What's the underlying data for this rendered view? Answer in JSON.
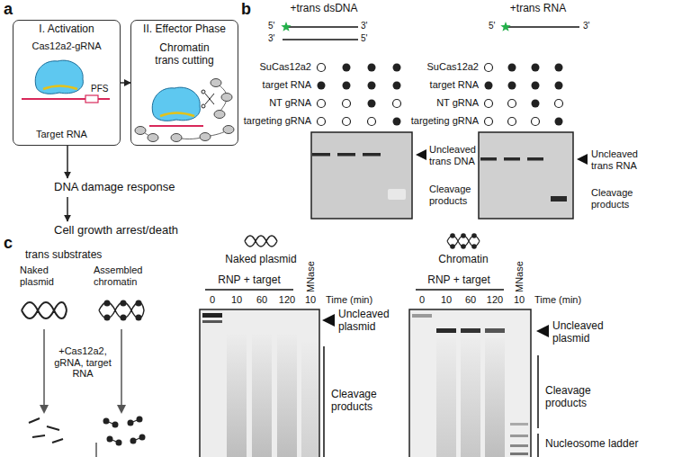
{
  "diagram": {
    "nodes": [
      {
        "text": [
          "I. Activation",
          "Cas12a2-gRNA",
          "PFS",
          "Target RNA"
        ]
      },
      {
        "text": [
          "II. Effector Phase",
          "Chromatin trans cutting"
        ]
      },
      {
        "text": [
          "DNA damage response"
        ]
      },
      {
        "text": [
          "Cell growth arrest/death"
        ]
      }
    ],
    "edges": [
      {
        "from": 0,
        "to": 1,
        "arrow": "to"
      },
      {
        "from": 0,
        "to": 2,
        "arrow": "to"
      },
      {
        "from": 2,
        "to": 3,
        "arrow": "to"
      }
    ],
    "labels": [
      "a",
      "b",
      "+trans dsDNA",
      "5'",
      "3'",
      "3'",
      "5'",
      "SuCas12a2",
      "target RNA",
      "NT gRNA",
      "targeting gRNA",
      "Uncleaved trans DNA",
      "Cleavage products",
      "+trans RNA",
      "5'",
      "3'",
      "SuCas12a2",
      "target RNA",
      "NT gRNA",
      "targeting gRNA",
      "Uncleaved trans RNA",
      "Cleavage products",
      "c",
      "trans substrates",
      "Naked plasmid",
      "Assembled chromatin",
      "+Cas12a2, gRNA, target RNA",
      "Naked plasmid",
      "RNP + target",
      "0",
      "10",
      "60",
      "120",
      "MNase",
      "10",
      "Time (min)",
      "Uncleaved plasmid",
      "Cleavage products",
      "Chromatin",
      "RNP + target",
      "0",
      "10",
      "60",
      "120",
      "MNase",
      "10",
      "Time (min)",
      "Uncleaved plasmid",
      "Cleavage products",
      "Nucleosome ladder"
    ]
  }
}
